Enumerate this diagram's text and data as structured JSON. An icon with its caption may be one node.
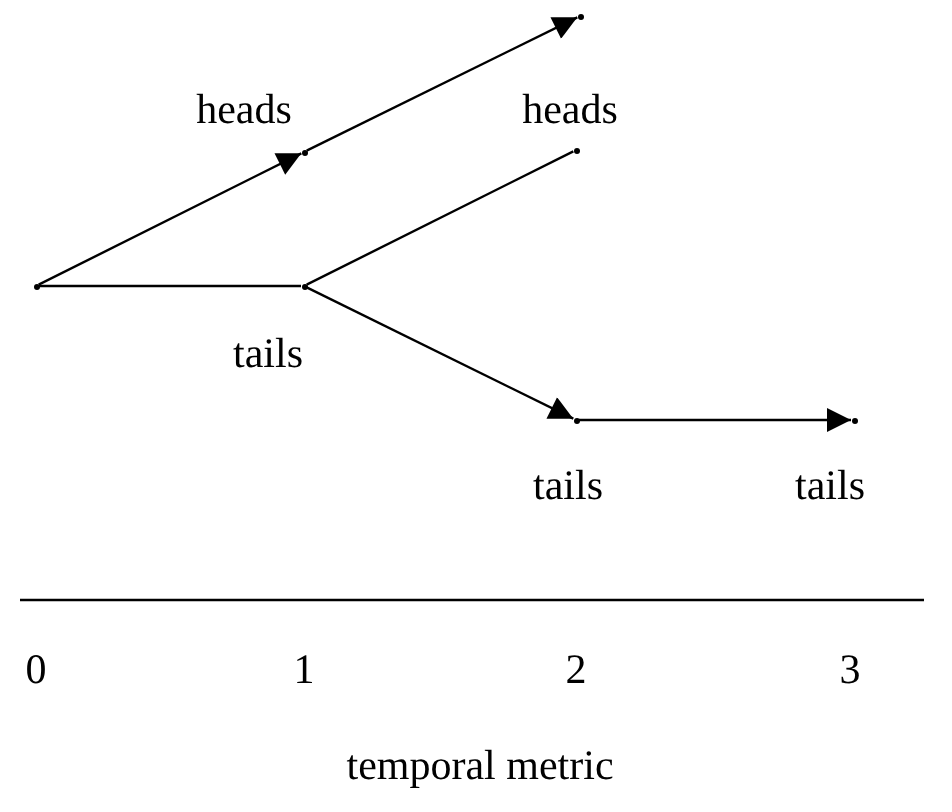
{
  "diagram": {
    "nodes": [
      {
        "text": [],
        "shape": "point"
      },
      {
        "text": [],
        "shape": "point"
      },
      {
        "text": [],
        "shape": "point"
      },
      {
        "text": [],
        "shape": "point"
      },
      {
        "text": [],
        "shape": "point"
      },
      {
        "text": [],
        "shape": "point"
      },
      {
        "text": [],
        "shape": "point"
      }
    ],
    "edges": [
      {
        "from": 0,
        "to": 1,
        "arrow": "to",
        "label": "heads"
      },
      {
        "from": 1,
        "to": 2,
        "arrow": "to"
      },
      {
        "from": 0,
        "to": 3,
        "arrow": "none",
        "label": "tails"
      },
      {
        "from": 3,
        "to": 4,
        "arrow": "none",
        "label": "heads"
      },
      {
        "from": 3,
        "to": 5,
        "arrow": "to",
        "label": "tails"
      },
      {
        "from": 5,
        "to": 6,
        "arrow": "to",
        "label": "tails"
      }
    ],
    "labels": [
      "0",
      "1",
      "2",
      "3",
      "temporal metric"
    ]
  }
}
